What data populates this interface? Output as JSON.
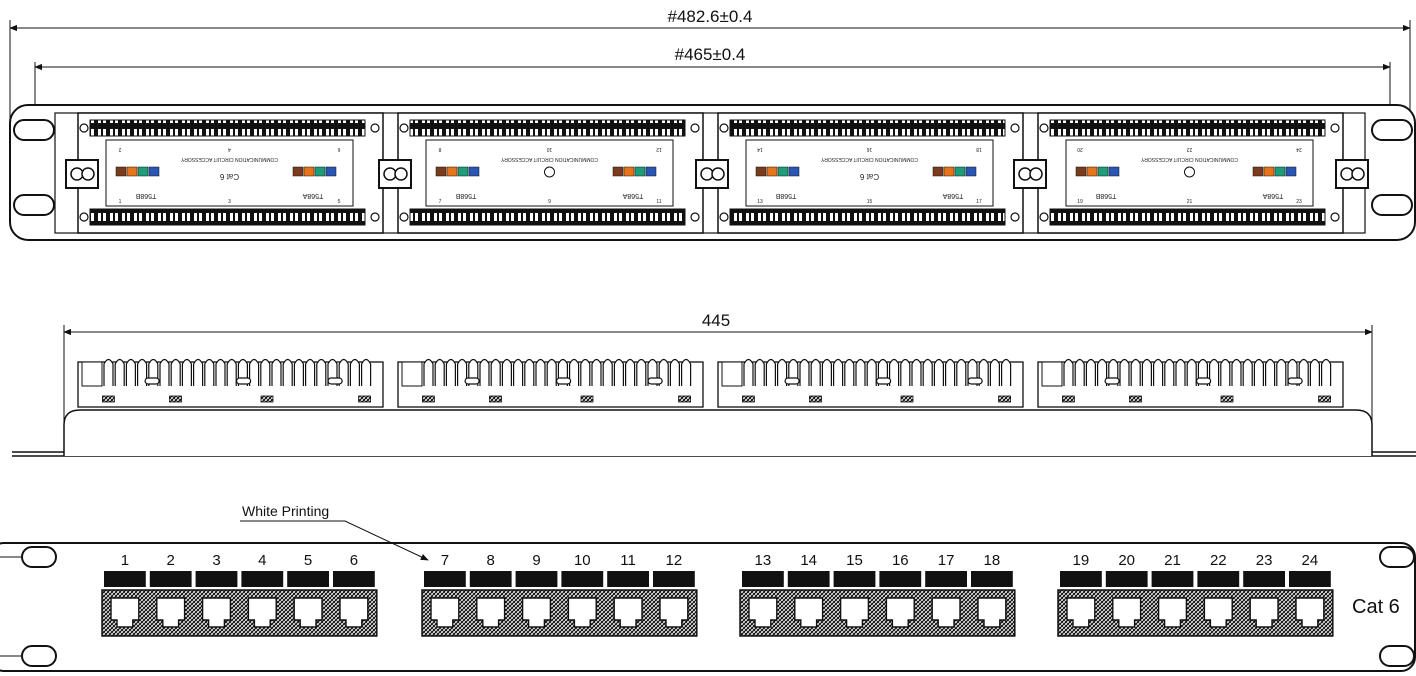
{
  "dimensions": {
    "overall_width": "#482.6±0.4",
    "mount_hole_spacing": "#465±0.4",
    "body_width": "445"
  },
  "back_view": {
    "modules": [
      {
        "top_ports": [
          "2",
          "4",
          "6"
        ],
        "bottom_ports": [
          "1",
          "3",
          "5"
        ],
        "standard_left": "T568B",
        "standard_right": "T568A",
        "category": "Cat 6",
        "accessory_text": "COMMUNICATION CIRCUIT ACCESSORY"
      },
      {
        "top_ports": [
          "8",
          "10",
          "12"
        ],
        "bottom_ports": [
          "7",
          "9",
          "11"
        ],
        "standard_left": "T568B",
        "standard_right": "T568A",
        "category": "",
        "accessory_text": "COMMUNICATION CIRCUIT ACCESSORY"
      },
      {
        "top_ports": [
          "14",
          "16",
          "18"
        ],
        "bottom_ports": [
          "13",
          "15",
          "17"
        ],
        "standard_left": "T568B",
        "standard_right": "T568A",
        "category": "Cat 6",
        "accessory_text": "COMMUNICATION CIRCUIT ACCESSORY"
      },
      {
        "top_ports": [
          "20",
          "22",
          "24"
        ],
        "bottom_ports": [
          "19",
          "21",
          "23"
        ],
        "standard_left": "T568B",
        "standard_right": "T568A",
        "category": "",
        "accessory_text": "COMMUNICATION CIRCUIT ACCESSORY"
      }
    ]
  },
  "front_view": {
    "annotation": "White Printing",
    "port_groups": [
      [
        "1",
        "2",
        "3",
        "4",
        "5",
        "6"
      ],
      [
        "7",
        "8",
        "9",
        "10",
        "11",
        "12"
      ],
      [
        "13",
        "14",
        "15",
        "16",
        "17",
        "18"
      ],
      [
        "19",
        "20",
        "21",
        "22",
        "23",
        "24"
      ]
    ],
    "category_label": "Cat 6"
  },
  "colors": {
    "line": "#111111",
    "brown": "#7a3b1e",
    "orange": "#e8741a",
    "green": "#1f9d7a",
    "blue": "#2a55b5"
  }
}
